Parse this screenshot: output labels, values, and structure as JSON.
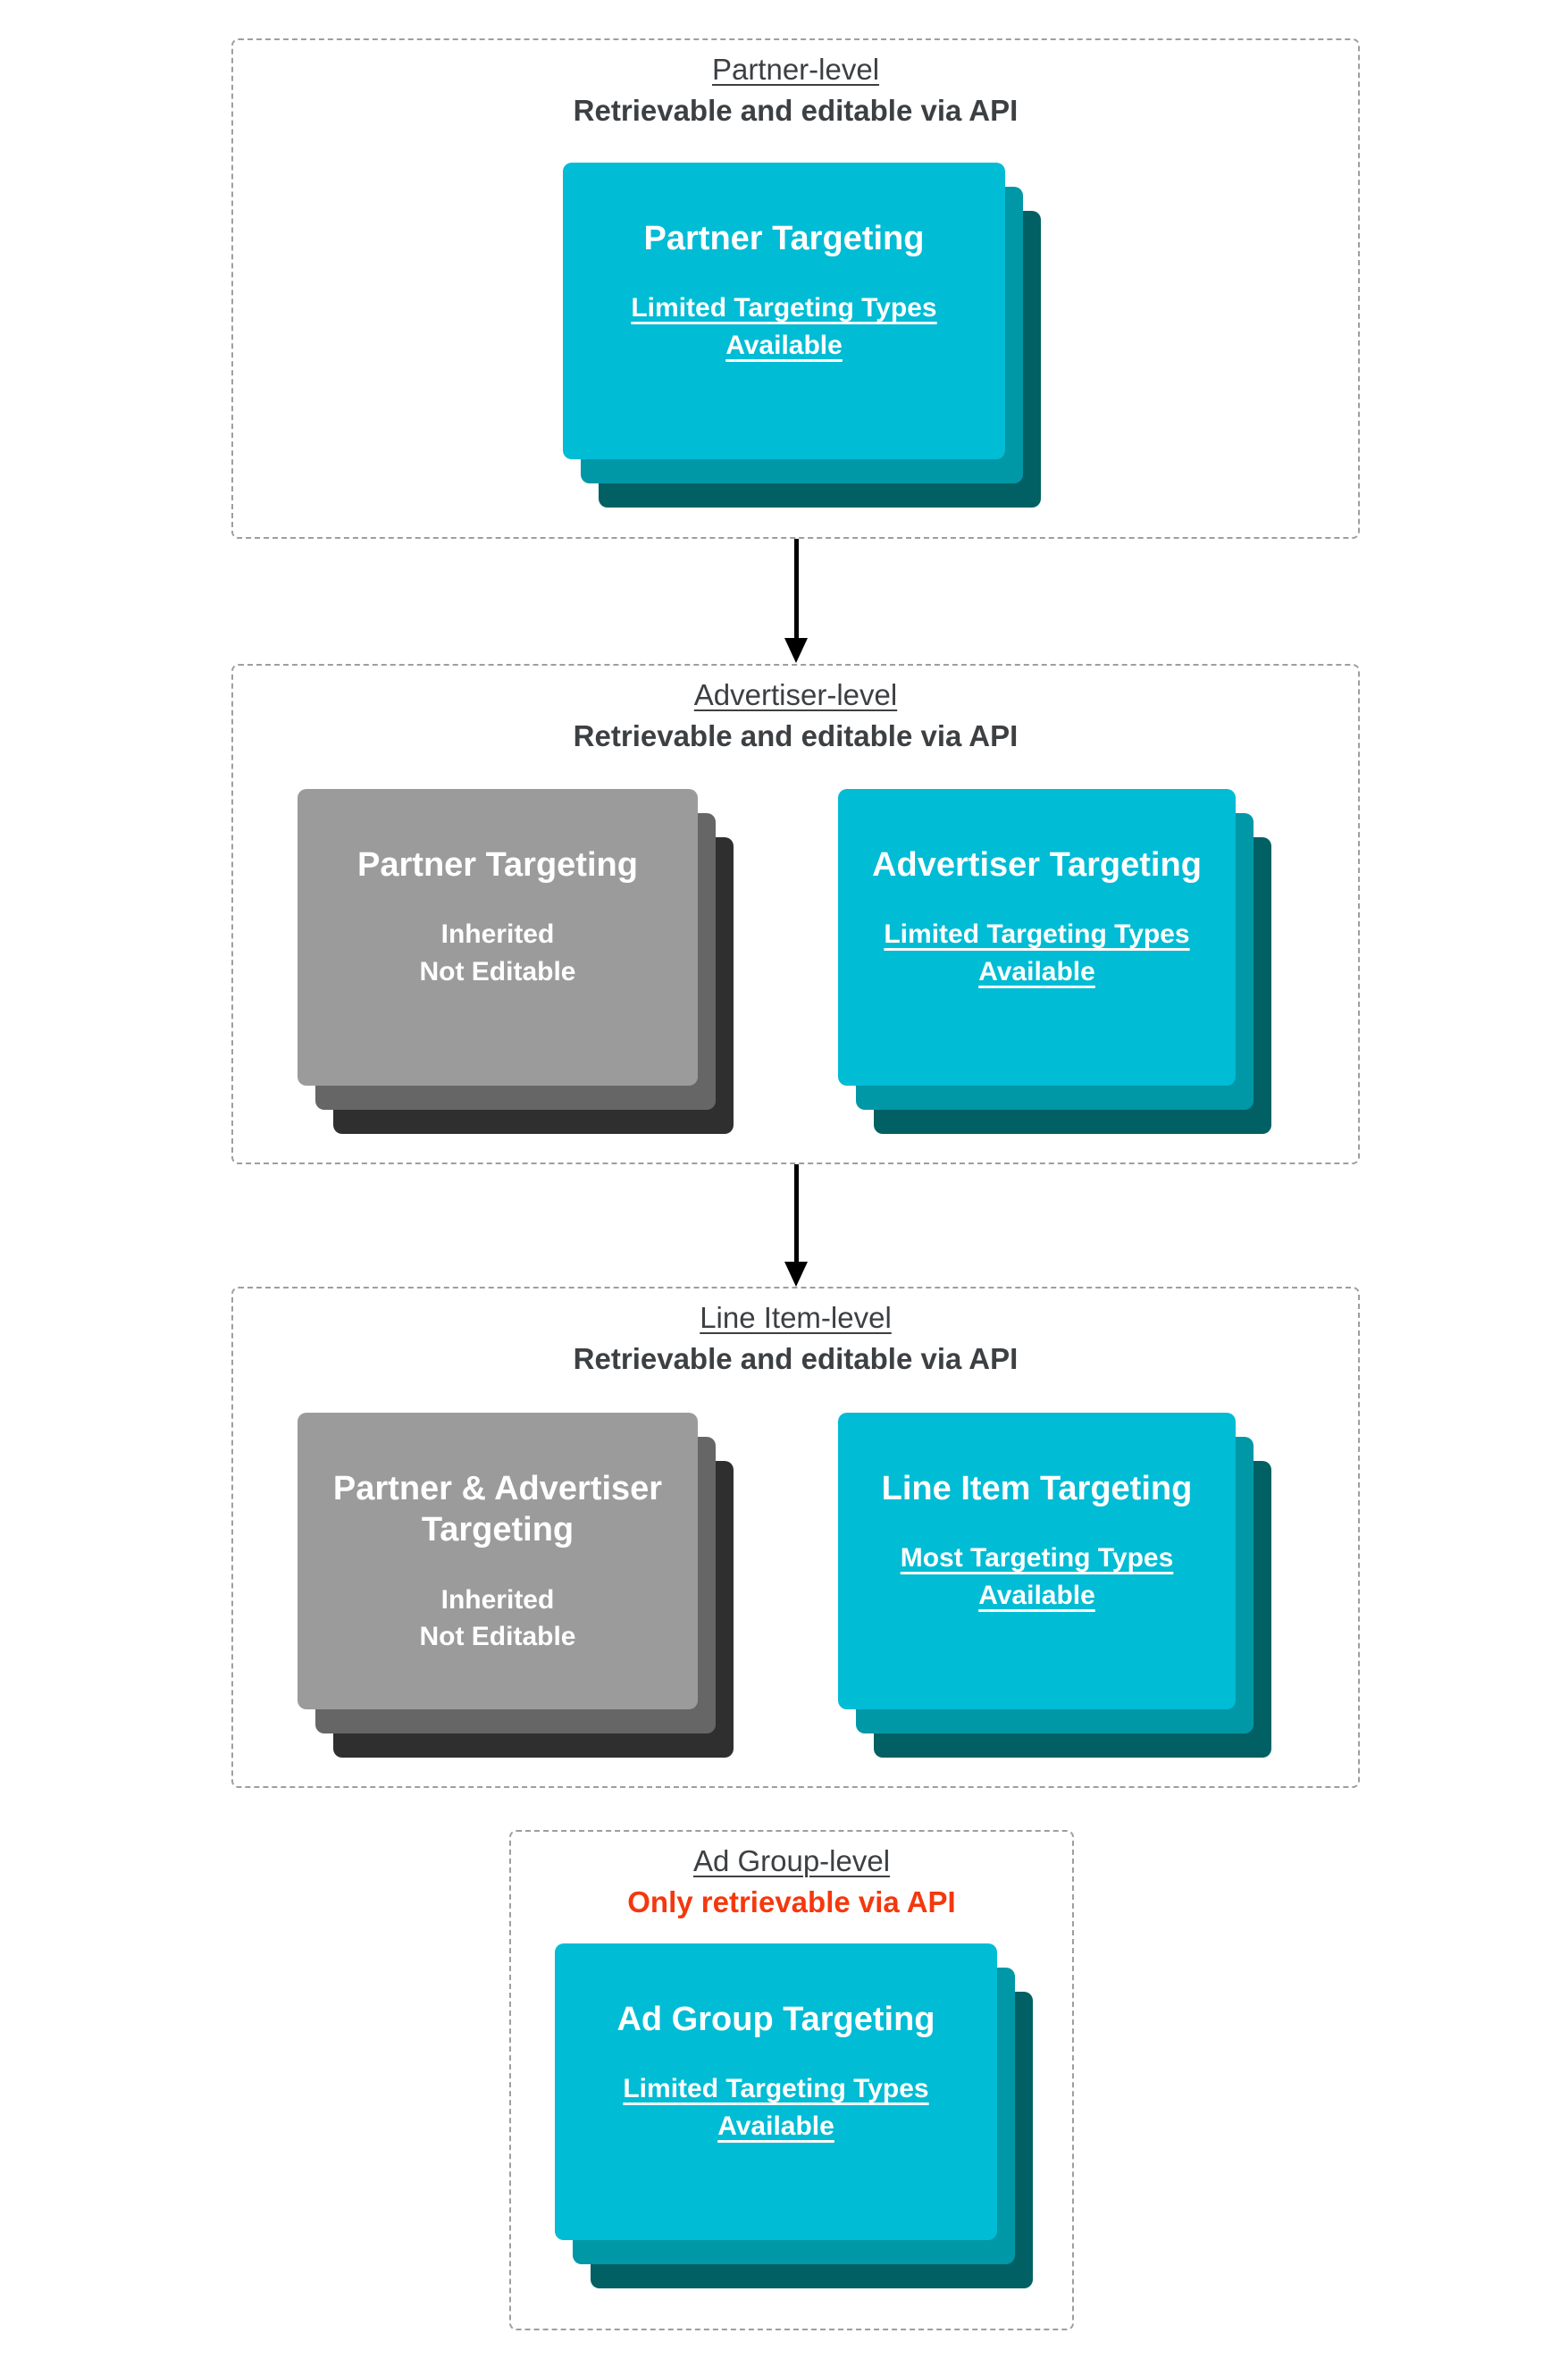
{
  "diagram": {
    "sections": [
      {
        "title": "Partner-level",
        "subtitle": "Retrievable and editable via API",
        "cards": [
          {
            "title": "Partner Targeting",
            "lines": [
              "Limited Targeting Types Available"
            ]
          }
        ]
      },
      {
        "title": "Advertiser-level",
        "subtitle": "Retrievable and editable via API",
        "cards": [
          {
            "title": "Partner Targeting",
            "lines": [
              "Inherited",
              "Not Editable"
            ]
          },
          {
            "title": "Advertiser Targeting",
            "lines": [
              "Limited Targeting Types Available"
            ]
          }
        ]
      },
      {
        "title": "Line Item-level",
        "subtitle": "Retrievable and editable via API",
        "cards": [
          {
            "title": "Partner & Advertiser Targeting",
            "lines": [
              "Inherited",
              "Not Editable"
            ]
          },
          {
            "title": "Line Item Targeting",
            "lines": [
              "Most Targeting Types Available"
            ]
          }
        ]
      },
      {
        "title": "Ad Group-level",
        "subtitle": "Only retrievable via API",
        "cards": [
          {
            "title": "Ad Group Targeting",
            "lines": [
              "Limited Targeting Types Available"
            ]
          }
        ]
      }
    ],
    "icons": [
      "down-arrow",
      "down-arrow"
    ],
    "colors": {
      "teal_card": "#00bcd4",
      "teal_layer_mid": "#0097a7",
      "teal_layer_dark": "#006064",
      "gray_card": "#9b9b9b",
      "gray_layer_mid": "#666666",
      "gray_layer_dark": "#2f2f2f",
      "header_text": "#3d4043",
      "alert_text": "#f4380e",
      "card_text": "#ffffff",
      "arrow": "#000000",
      "dashed_border": "#9e9e9e"
    }
  }
}
